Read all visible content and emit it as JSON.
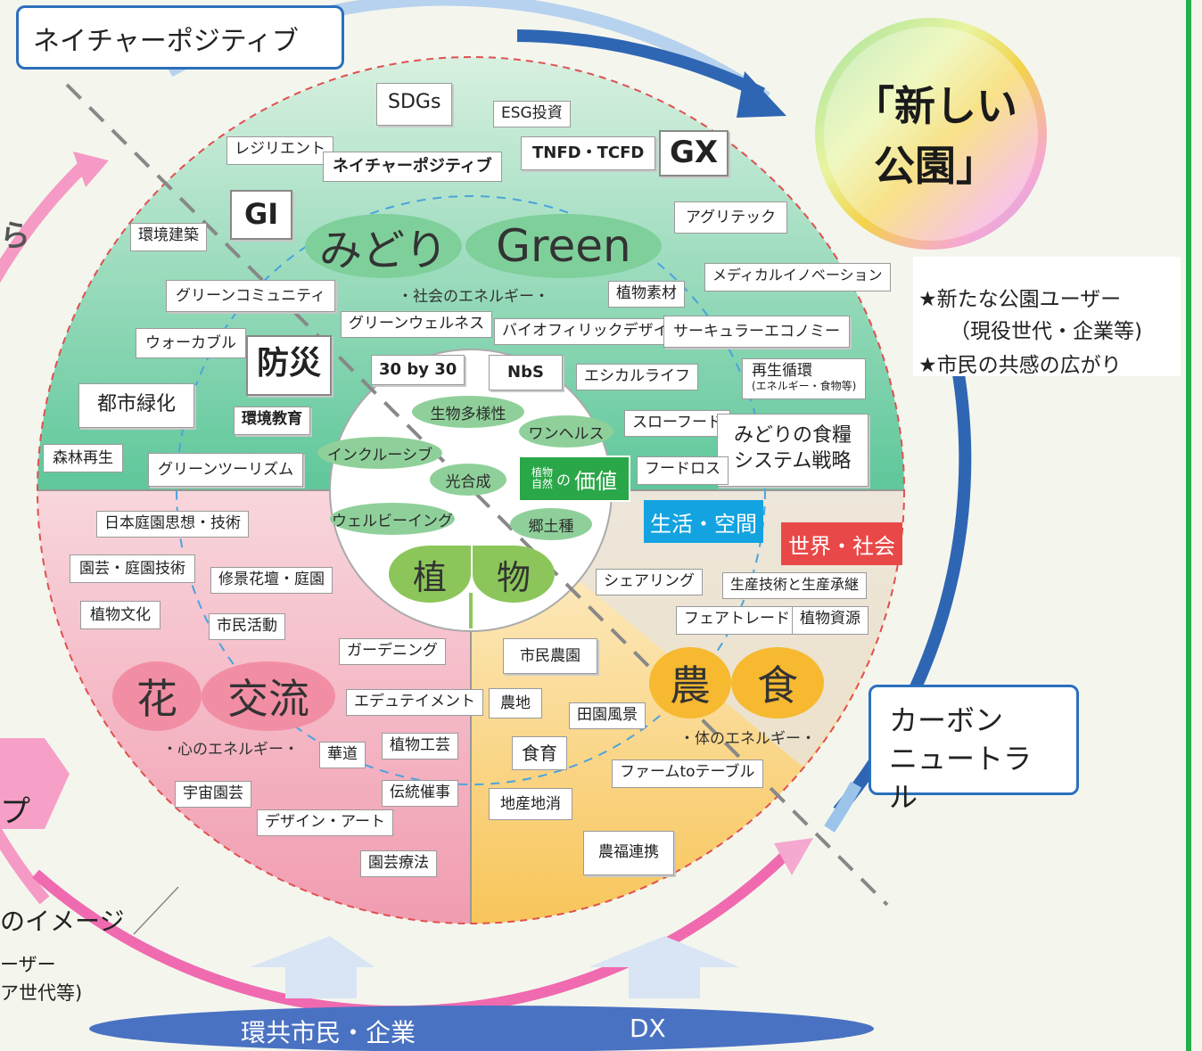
{
  "top_callout": "ネイチャーポジティブ",
  "new_park": {
    "line1": "「新しい",
    "line2": "公園」"
  },
  "right_notes": {
    "line1": "★新たな公園ユーザー",
    "line2": "（現役世代・企業等)",
    "line3": "★市民の共感の広がり"
  },
  "carbon_callout": {
    "line1": "カーボン",
    "line2": "ニュートラル"
  },
  "bottom_band": {
    "left": "環共市民・企業",
    "right": "DX"
  },
  "left_cut": {
    "ra": "ら",
    "pu": "プ",
    "image_label": "のイメージ",
    "user": "ーザー",
    "senior": "ア世代等)"
  },
  "center": {
    "midori": "みどり",
    "green": "Green",
    "social_energy": "・社会のエネルギー・",
    "hana": "花",
    "koryu": "交流",
    "heart_energy": "・心のエネルギー・",
    "nou": "農",
    "shoku": "食",
    "body_energy": "・体のエネルギー・",
    "plant1": "植",
    "plant2": "物",
    "value_small1": "植物",
    "value_small2": "自然",
    "value_no": "の",
    "value": "価値",
    "living_space": "生活・空間",
    "world_society": "世界・社会"
  },
  "inner_ovals": [
    "生物多様性",
    "ワンヘルス",
    "インクルーシブ",
    "光合成",
    "ウェルビーイング",
    "郷土種"
  ],
  "green_terms": {
    "sdgs": "SDGs",
    "esg": "ESG投資",
    "resilient": "レジリエント",
    "nature_positive": "ネイチャーポジティブ",
    "tnfd": "TNFD・TCFD",
    "gx": "GX",
    "gi": "GI",
    "env_arch": "環境建築",
    "agritech": "アグリテック",
    "medical": "メディカルイノベーション",
    "green_community": "グリーンコミュニティ",
    "plant_material": "植物素材",
    "green_wellness": "グリーンウェルネス",
    "biophilic": "バイオフィリックデザイン",
    "circular": "サーキュラーエコノミー",
    "walkable": "ウォーカブル",
    "bousai": "防災",
    "thirty": "30 by 30",
    "nbs": "NbS",
    "ethical": "エシカルライフ",
    "recycle": "再生循環",
    "recycle_sub": "(エネルギー・食物等)",
    "urban_green": "都市緑化",
    "env_edu": "環境教育",
    "slow_food": "スローフード",
    "food_strategy1": "みどりの食糧",
    "food_strategy2": "システム戦略",
    "forest": "森林再生",
    "green_tourism": "グリーンツーリズム",
    "food_loss": "フードロス"
  },
  "flower_terms": {
    "japanese_garden": "日本庭園思想・技術",
    "horticulture": "園芸・庭園技術",
    "flowerbed": "修景花壇・庭園",
    "plant_culture": "植物文化",
    "citizen": "市民活動",
    "gardening": "ガーデニング",
    "edutainment": "エデュテイメント",
    "kado": "華道",
    "plant_craft": "植物工芸",
    "space_garden": "宇宙園芸",
    "tradition": "伝統催事",
    "design_art": "デザイン・アート",
    "therapy": "園芸療法"
  },
  "food_terms": {
    "sharing": "シェアリング",
    "production": "生産技術と生産承継",
    "fairtrade": "フェアトレード",
    "plant_resource": "植物資源",
    "citizen_farm": "市民農園",
    "farmland": "農地",
    "rural": "田園風景",
    "shokuiku": "食育",
    "farm_to_table": "ファームtoテーブル",
    "local": "地産地消",
    "agri_welfare": "農福連携"
  }
}
